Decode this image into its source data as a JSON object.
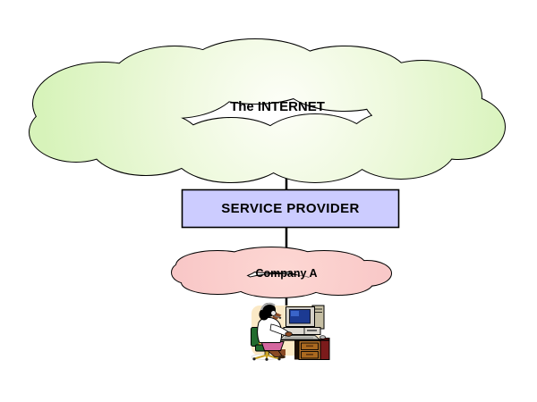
{
  "diagram": {
    "internet_cloud": {
      "label": "The INTERNET",
      "fill_center": "#fdfef8",
      "fill_mid": "#eef9dd",
      "fill_edge": "#d7f3ba",
      "outline_color": "#000000"
    },
    "service_provider_box": {
      "label": "SERVICE PROVIDER",
      "fill": "#ccccff",
      "outline_color": "#000000"
    },
    "company_cloud": {
      "label": "Company A",
      "fill_center": "#fdd7d3",
      "fill_edge": "#f8c6c6",
      "outline_color": "#000000"
    },
    "connectors": {
      "color": "#000000"
    },
    "clipart": {
      "name": "person-at-computer-workstation",
      "colors": {
        "background": "#fbe9c6",
        "monitor_case": "#d4d0c8",
        "monitor_screen": "#1c3a92",
        "monitor_screen_highlight": "#3a64c8",
        "tower": "#c6bfa4",
        "desktop_case": "#dcd8d0",
        "keyboard": "#c9c9c1",
        "desk_wood": "#b5742c",
        "drawer": "#aa691f",
        "desk_side": "#7c1b1b",
        "chair": "#226b2e",
        "chair_frame": "#c9a227",
        "skin": "#8a4a24",
        "skirt": "#d4679f",
        "shirt": "#ffffff",
        "hair": "#000000",
        "headset": "#aaaaaa"
      }
    }
  }
}
